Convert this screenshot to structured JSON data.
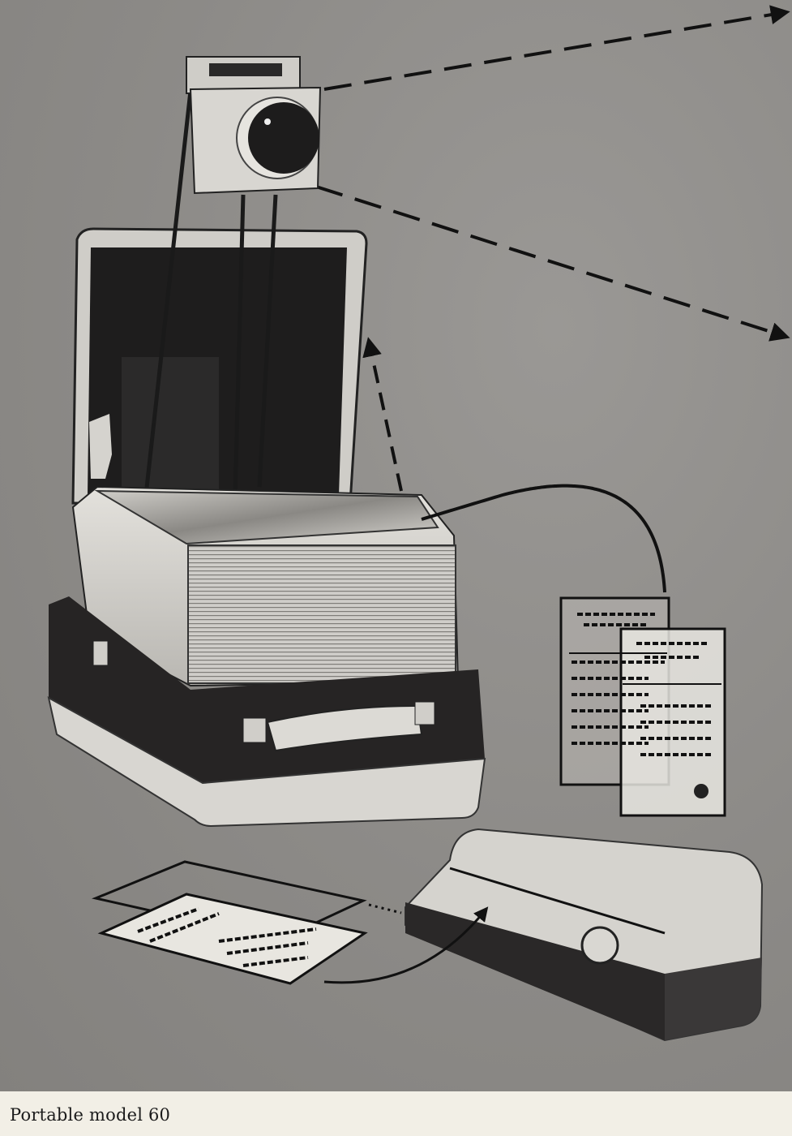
{
  "caption": "Portable model 60",
  "illustration": {
    "subject": "overhead projector, portable model 60, with transparency copier",
    "elements": [
      "projector-head-lens",
      "open-carrying-case",
      "projector-stage",
      "transparency-sheets",
      "copier-unit",
      "projection-path-arrows"
    ]
  },
  "colors": {
    "plate_background": "#8d8b88",
    "page_paper": "#f2efe6",
    "dark_case": "#262424",
    "light_case": "#d8d6d1",
    "caption_text": "#1b1b1b"
  }
}
